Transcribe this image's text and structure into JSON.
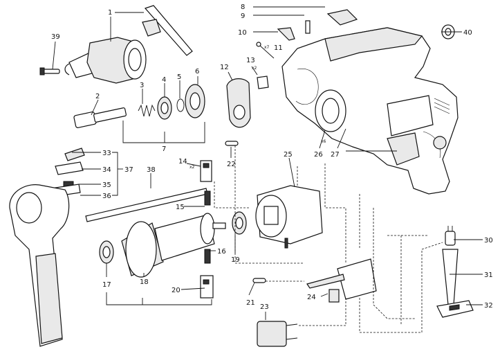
{
  "callouts": {
    "c1": "1",
    "c2": "2",
    "c3": "3",
    "c4": "4",
    "c5": "5",
    "c6": "6",
    "c7": "7",
    "c8": "8",
    "c9": "9",
    "c10": "10",
    "c11": "11",
    "c12": "12",
    "c13": "13",
    "c14": "14",
    "c15": "15",
    "c16": "16",
    "c17": "17",
    "c18": "18",
    "c19": "19",
    "c20": "20",
    "c21": "21",
    "c22": "22",
    "c23": "23",
    "c24": "24",
    "c25": "25",
    "c26": "26",
    "c27": "27",
    "c30": "30",
    "c31": "31",
    "c32": "32",
    "c33": "33",
    "c34": "34",
    "c35": "35",
    "c36": "36",
    "c37": "37",
    "c38": "38",
    "c39": "39",
    "c40": "40"
  },
  "multipliers": {
    "m11": "x7",
    "m13": "x2",
    "m14": "x2",
    "m26": "x6"
  }
}
